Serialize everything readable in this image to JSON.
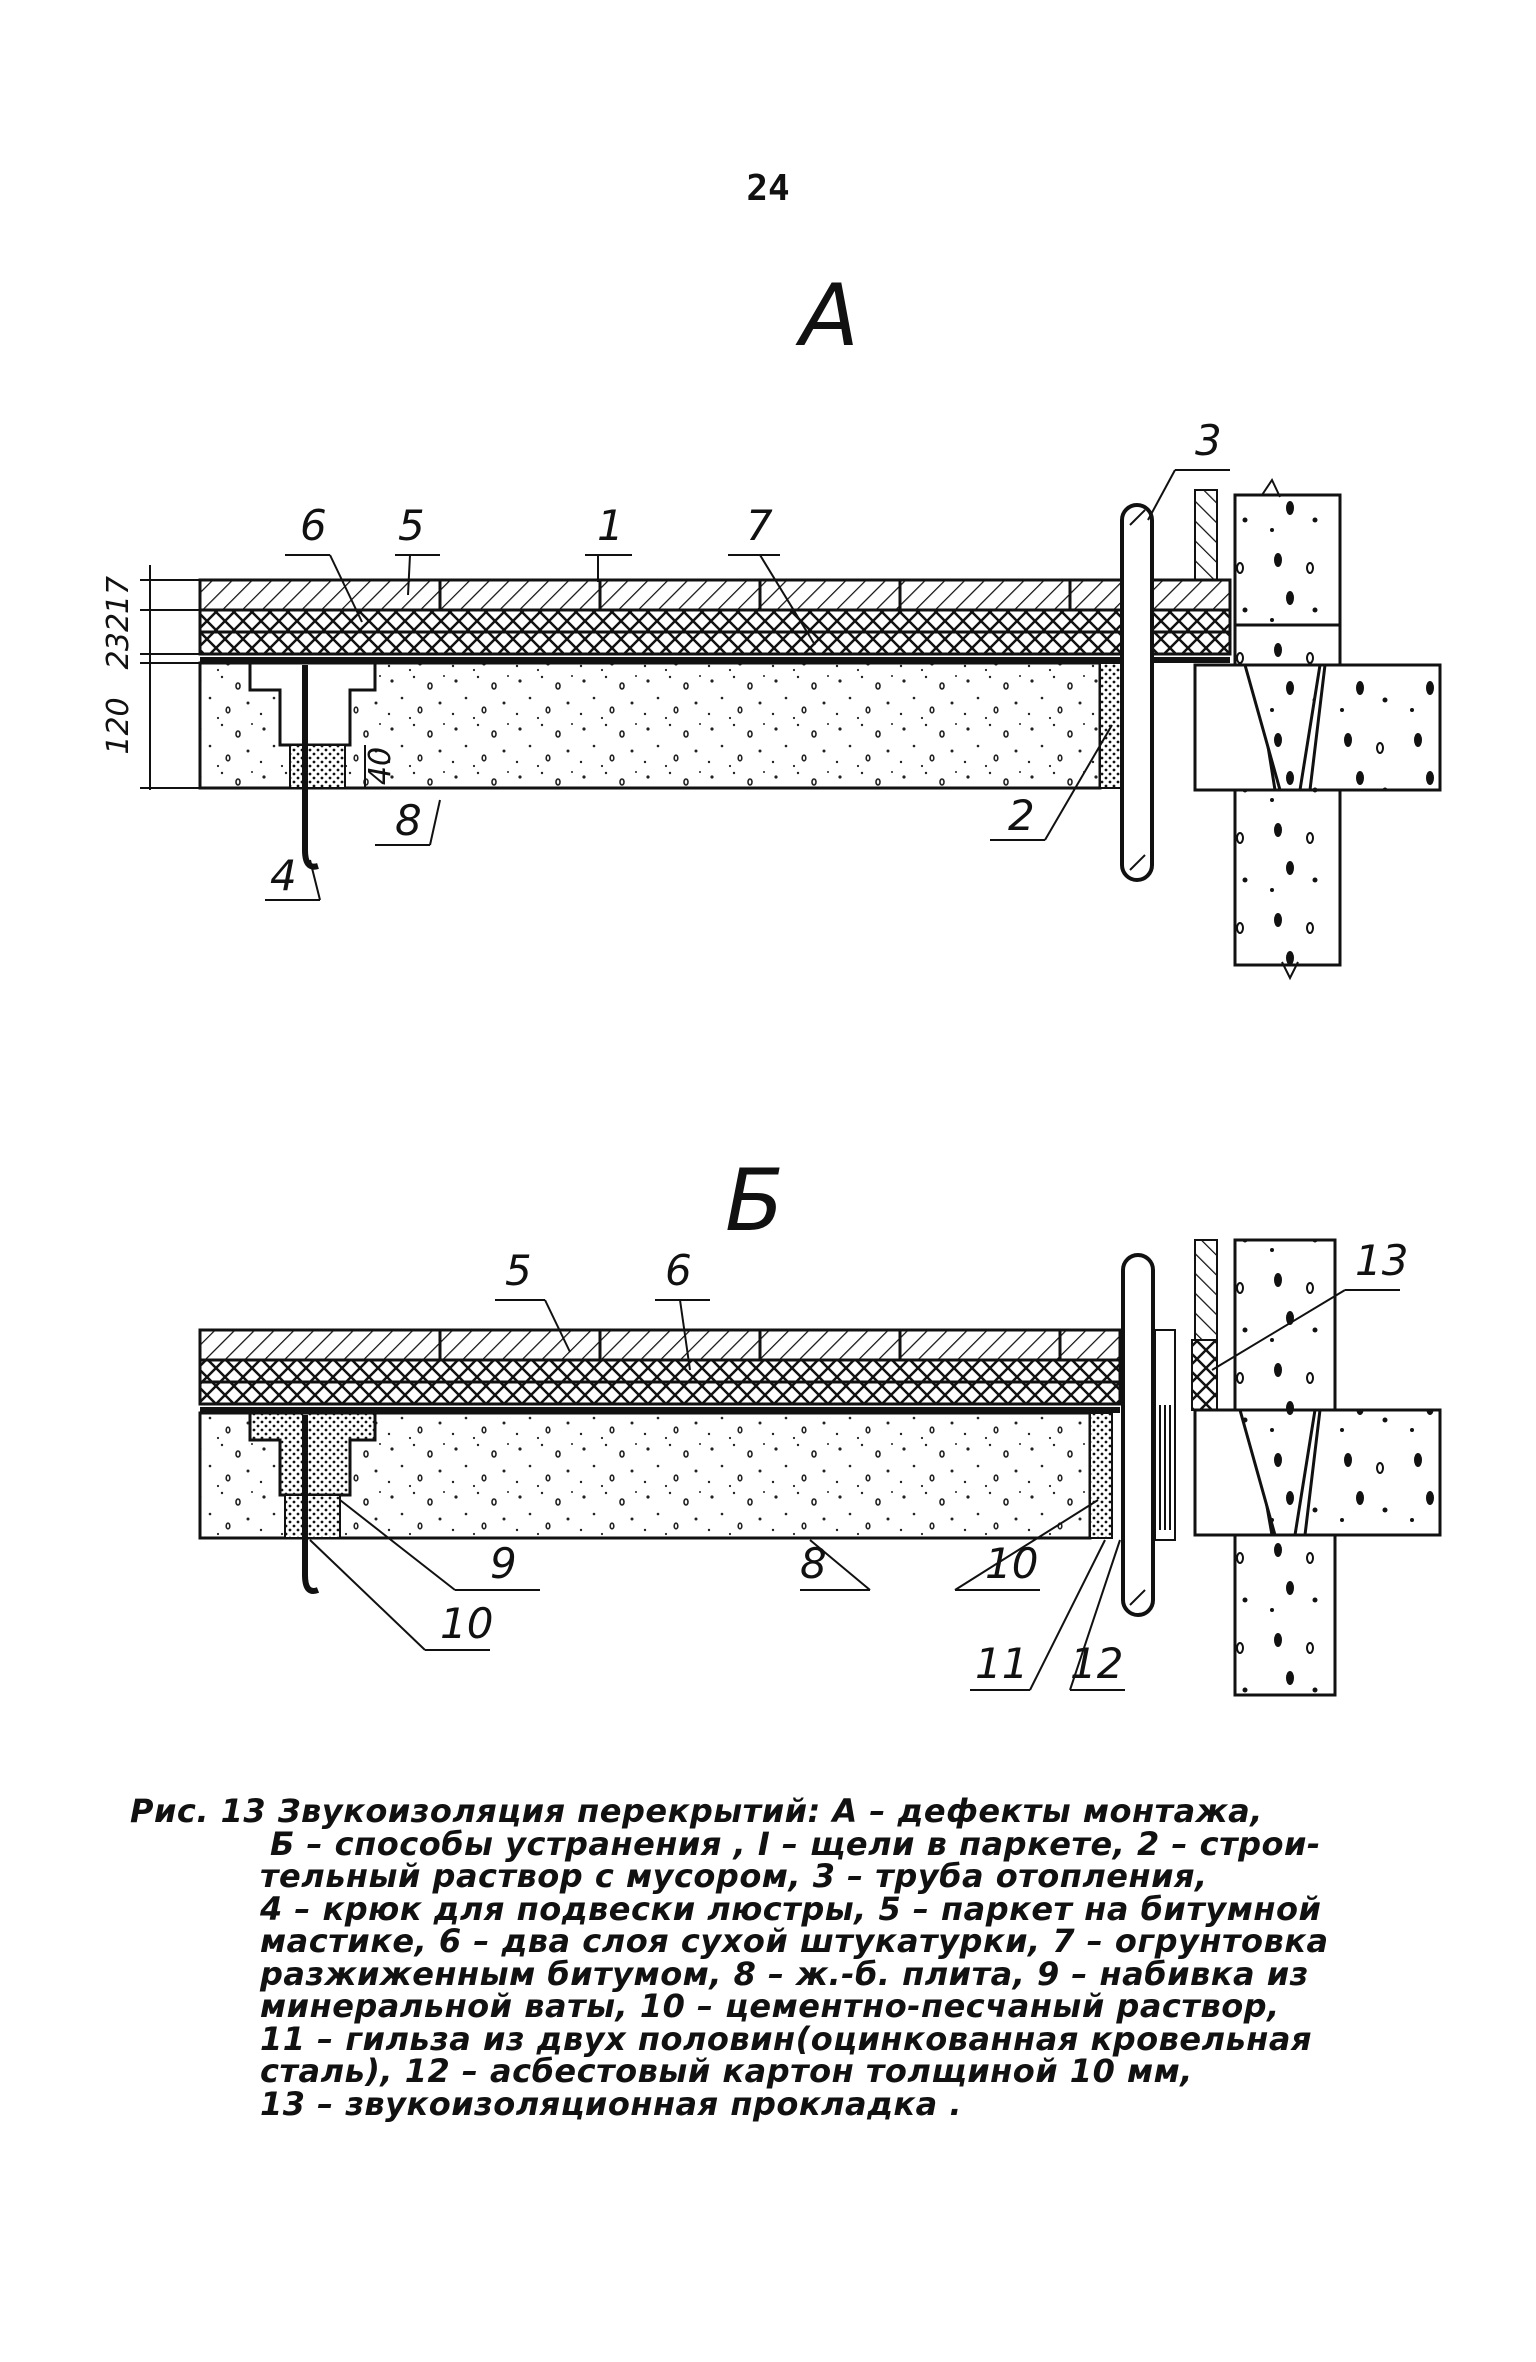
{
  "page_number": "24",
  "figure_a": {
    "title": "A",
    "dimensions": [
      "17",
      "32",
      "2",
      "120",
      "40"
    ],
    "callouts": {
      "c1": "1",
      "c2": "2",
      "c3": "3",
      "c4": "4",
      "c5": "5",
      "c6": "6",
      "c7": "7",
      "c8": "8"
    }
  },
  "figure_b": {
    "title": "Б",
    "callouts": {
      "c5": "5",
      "c6": "6",
      "c8": "8",
      "c9": "9",
      "c10a": "10",
      "c10b": "10",
      "c11": "11",
      "c12": "12",
      "c13": "13"
    }
  },
  "caption": {
    "lines": [
      "Рис. 13   Звукоизоляция перекрытий: А – дефекты монтажа,",
      "Б – способы устранения , I – щели в паркете, 2 – строи-",
      "тельный раствор с мусором, 3 – труба отопления,",
      "4 – крюк для подвески люстры, 5 – паркет на битумной",
      "мастике, 6 – два слоя сухой штукатурки, 7 – огрунтовка",
      "разжиженным битумом, 8 – ж.-б. плита, 9 – набивка из",
      "минеральной ваты, 10 – цементно-песчаный раствор,",
      "11 – гильза из двух половин(оцинкованная кровельная",
      "сталь), 12 – асбестовый картон толщиной 10 мм,",
      "13 – звукоизоляционная прокладка ."
    ]
  }
}
